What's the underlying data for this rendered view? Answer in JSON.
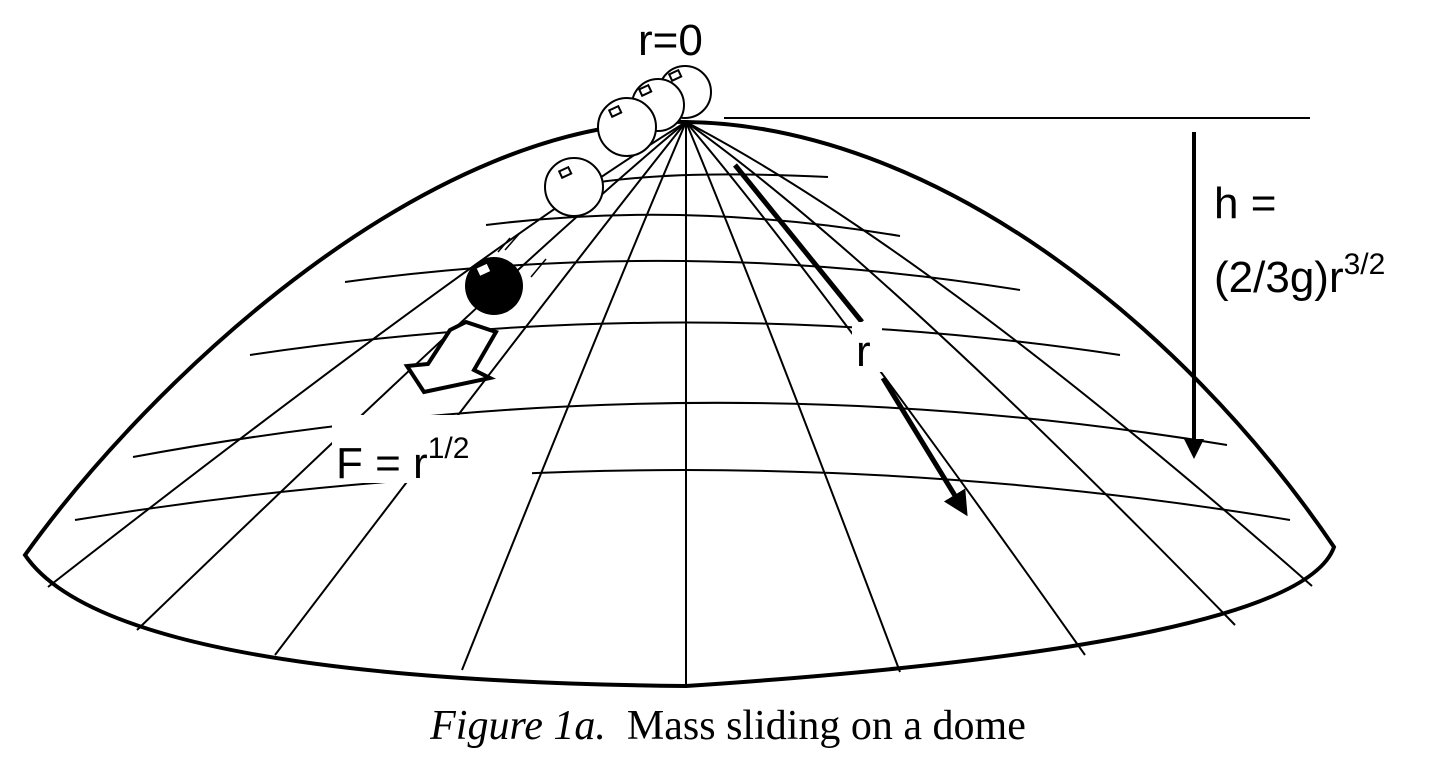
{
  "labels": {
    "top": "r=0",
    "height_line1": "h =",
    "height_line2_base": "(2/3g)r",
    "height_exponent": "3/2",
    "radius": "r",
    "force_base": "F = r",
    "force_exponent": "1/2"
  },
  "caption": {
    "figure": "Figure 1a.",
    "text": "Mass sliding on a dome"
  }
}
